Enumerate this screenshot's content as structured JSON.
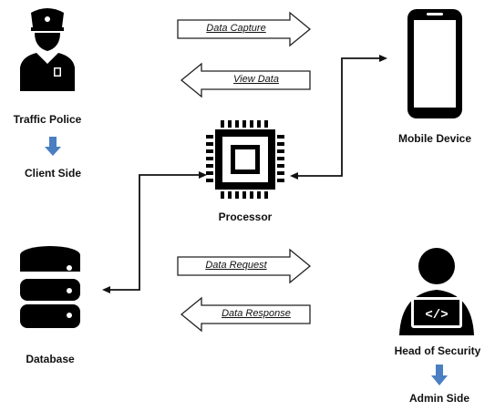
{
  "actors": {
    "traffic_police": "Traffic Police",
    "client_side": "Client Side",
    "processor": "Processor",
    "mobile_device": "Mobile Device",
    "database": "Database",
    "head_of_security": "Head of Security",
    "admin_side": "Admin Side"
  },
  "flows": {
    "data_capture": "Data Capture",
    "view_data": "View Data",
    "data_request": "Data Request",
    "data_response": "Data Response"
  },
  "colors": {
    "icon": "#000000",
    "down_arrow": "#4a7fc1",
    "line": "#111111",
    "background": "#ffffff"
  },
  "icons": [
    "police-officer-icon",
    "processor-chip-icon",
    "smartphone-icon",
    "database-icon",
    "developer-code-icon"
  ]
}
